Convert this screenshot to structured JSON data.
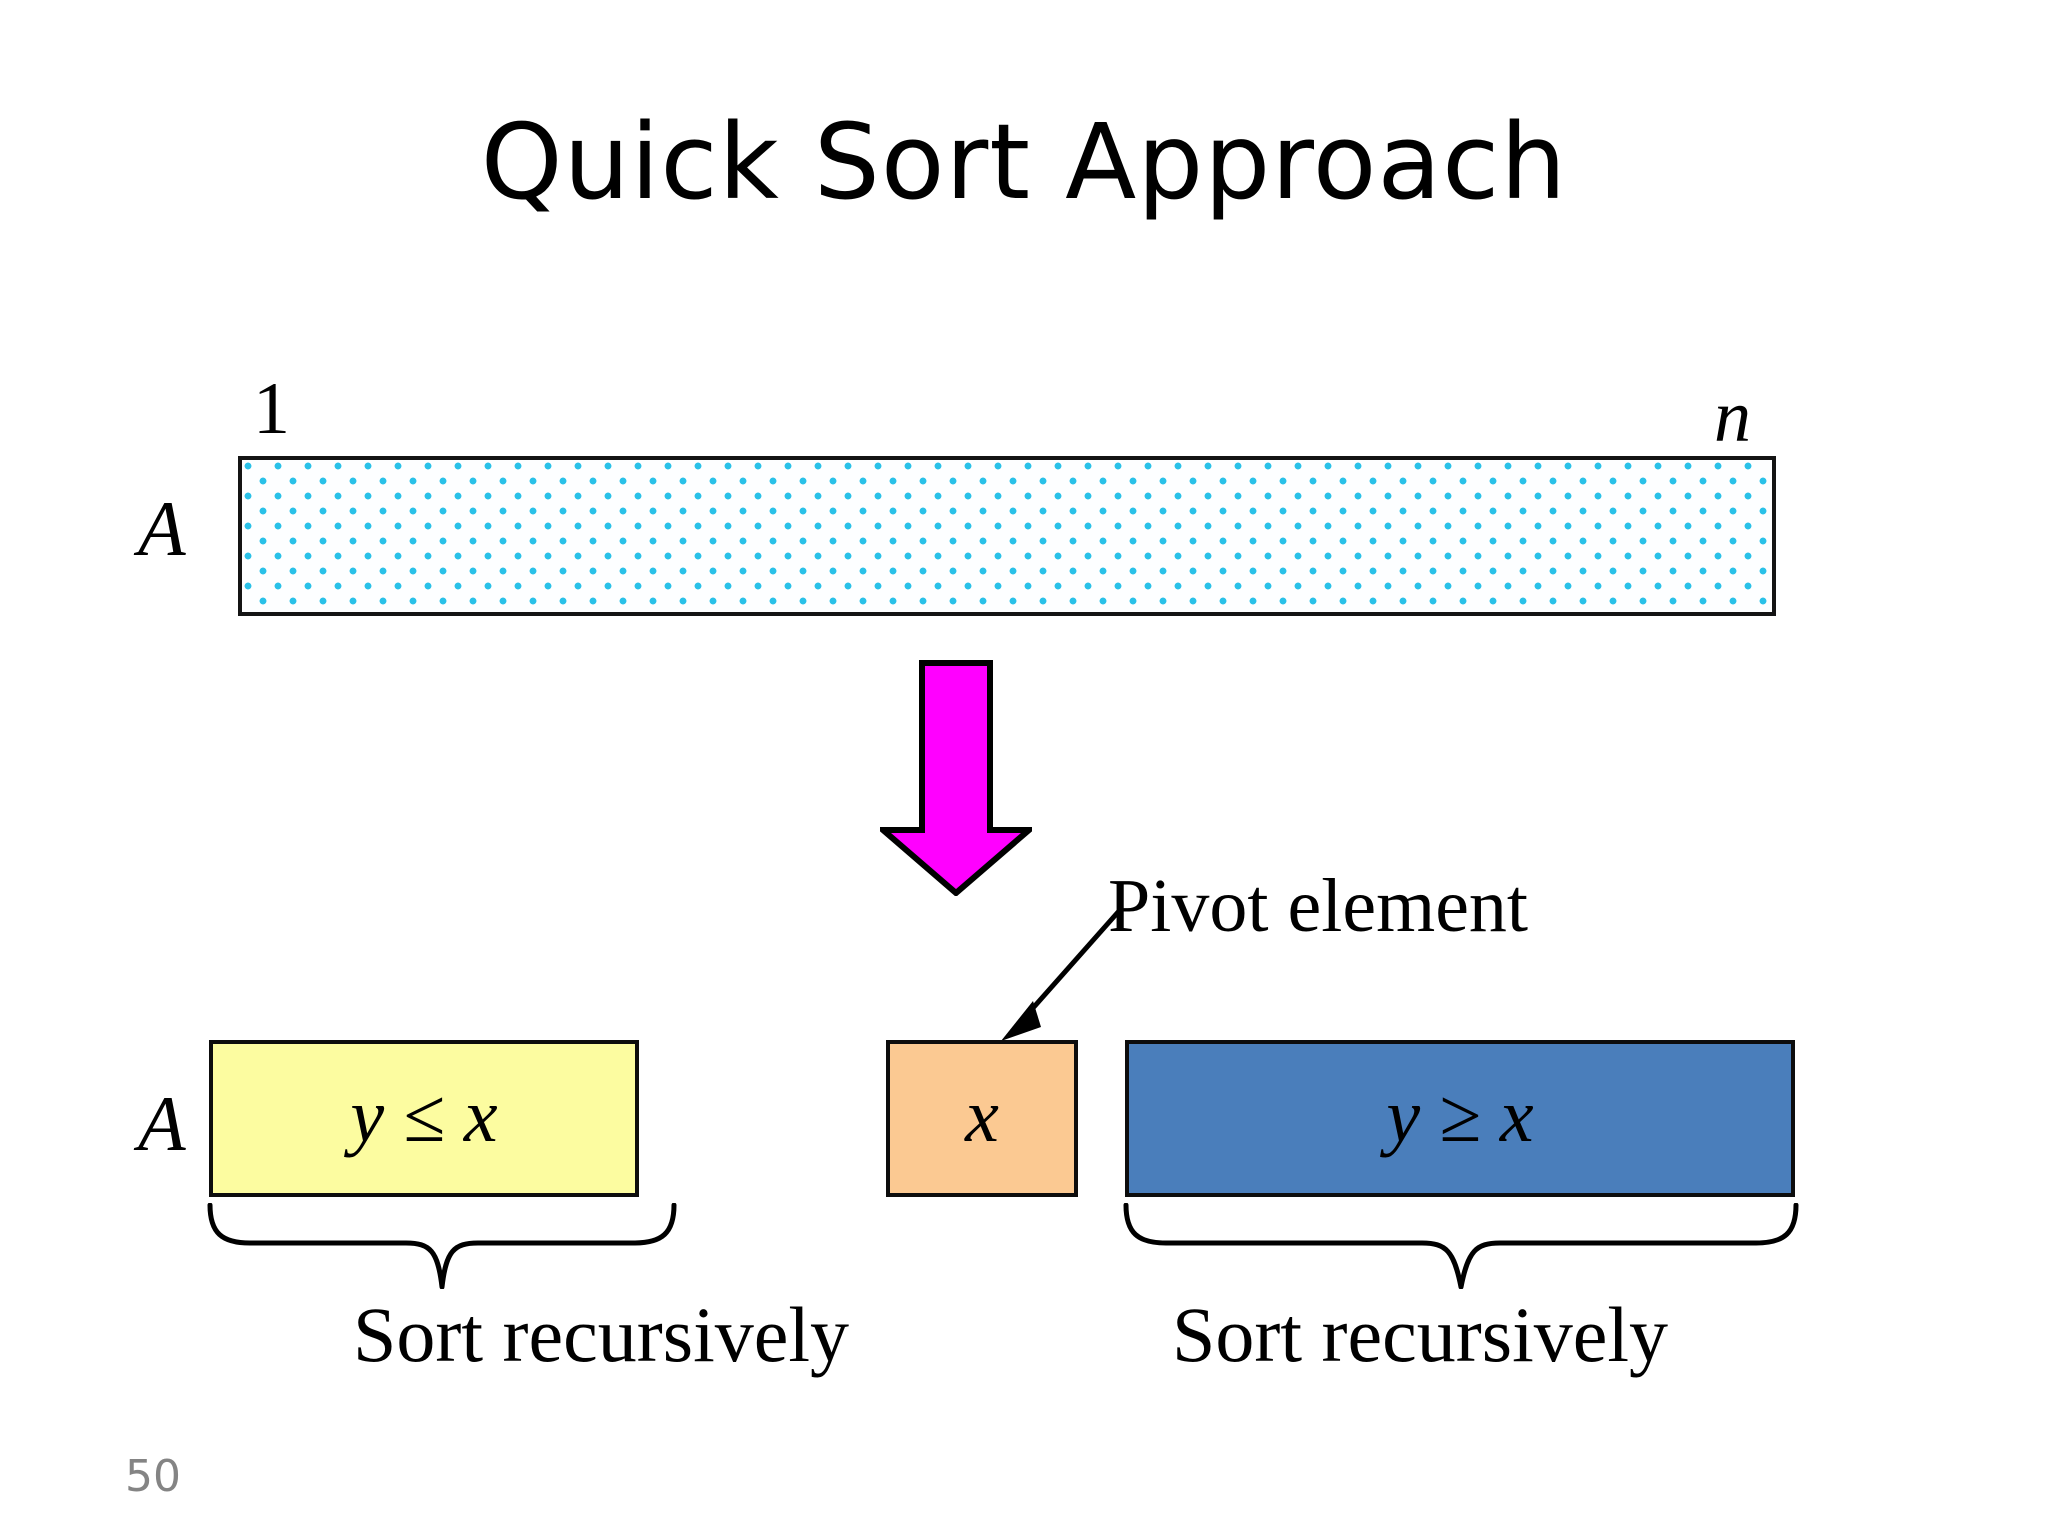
{
  "slide": {
    "title": "Quick Sort Approach",
    "page_number": "50",
    "background_color": "#ffffff"
  },
  "unsorted_array": {
    "row_label": "A",
    "start_index": "1",
    "end_index": "n",
    "fill_pattern": "cyan-dotted",
    "dot_color": "#29c1e8",
    "border_color": "#141414"
  },
  "transition": {
    "arrow_icon": "down-arrow-icon",
    "arrow_color": "#ff00ff",
    "arrow_outline_color": "#000000"
  },
  "pivot_callout": {
    "label": "Pivot element",
    "pointer_icon": "callout-arrow-icon"
  },
  "partitioned_array": {
    "row_label": "A",
    "segments": [
      {
        "name": "left-partition",
        "text": "y ≤ x",
        "fill_color": "#fcfca0",
        "border_color": "#0d0d0d"
      },
      {
        "name": "pivot-partition",
        "text": "x",
        "fill_color": "#fbc992",
        "border_color": "#0d0d0d"
      },
      {
        "name": "right-partition",
        "text": "y ≥ x",
        "fill_color": "#4a7ebb",
        "border_color": "#0d0d0d"
      }
    ]
  },
  "recursion": {
    "left_caption": "Sort recursively",
    "right_caption": "Sort recursively",
    "brace_icon": "curly-brace-down-icon"
  }
}
